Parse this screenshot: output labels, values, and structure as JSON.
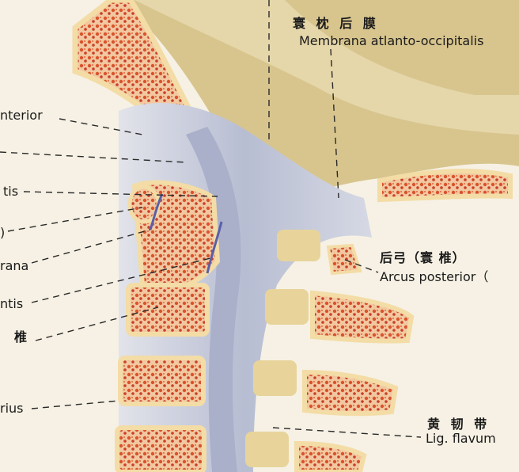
{
  "labels": {
    "atlanto_occipital_zh": "寰 枕 后 膜",
    "atlanto_occipital_en": "Membrana atlanto-occipitalis",
    "posterior_left": "nterior",
    "tis_left": "tis",
    "paren_left": ")",
    "rana_left": "rana",
    "antis_left": "ntis",
    "zhui_left": "椎",
    "rius_left": "rius",
    "arcus_zh": "后弓（寰 椎）",
    "arcus_en": "Arcus posterior（",
    "flavum_zh": "黄 韧 带",
    "flavum_en": "Lig. flavum"
  },
  "colors": {
    "background": "#f6f1e4",
    "ligament": "#c9cddd",
    "bone_cortex": "#f3dca6",
    "bone_marrow": "#d9532d",
    "skull": "#d8c58e",
    "leader_line": "#2a2a2a"
  }
}
